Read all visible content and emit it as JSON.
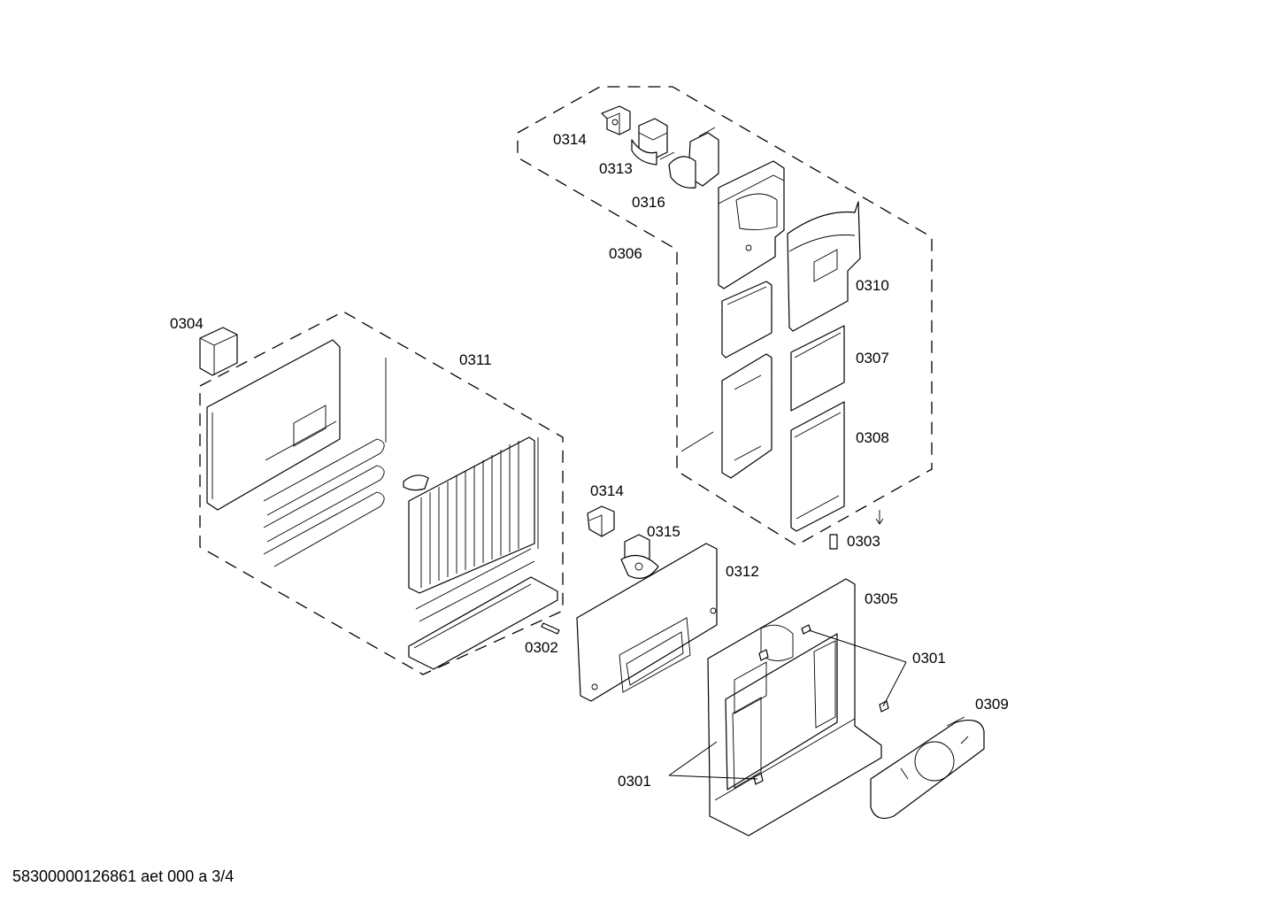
{
  "labels": {
    "p0314_top": "0314",
    "p0313": "0313",
    "p0316": "0316",
    "p0306": "0306",
    "p0310": "0310",
    "p0307": "0307",
    "p0308": "0308",
    "p0303": "0303",
    "p0304": "0304",
    "p0311": "0311",
    "p0314_mid": "0314",
    "p0315": "0315",
    "p0312": "0312",
    "p0305": "0305",
    "p0302": "0302",
    "p0301_right": "0301",
    "p0309": "0309",
    "p0301_left": "0301"
  },
  "footer": "58300000126861 aet 000 a 3/4"
}
